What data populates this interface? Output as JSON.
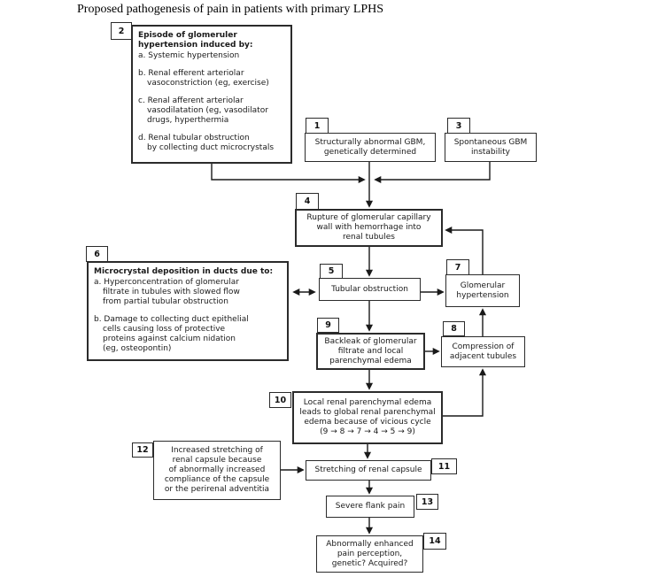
{
  "title": "Proposed pathogenesis of pain in patients with primary LPHS",
  "colors": {
    "line": "#1a1a1a",
    "box_border": "#2b2b2b",
    "background": "#ffffff"
  },
  "boxes": {
    "b1": {
      "number": "1",
      "text": "Structurally abnormal GBM,\ngenetically determined"
    },
    "b2": {
      "number": "2",
      "heading": "Episode of glomeruler\nhypertension induced by:",
      "items": [
        "a. Systemic hypertension",
        "b. Renal efferent arteriolar\nvasoconstriction (eg, exercise)",
        "c. Renal afferent arteriolar\nvasodilatation (eg, vasodilator\ndrugs, hyperthermia",
        "d. Renal tubular obstruction\nby collecting duct microcrystals"
      ]
    },
    "b3": {
      "number": "3",
      "text": "Spontaneous GBM\ninstability"
    },
    "b4": {
      "number": "4",
      "text": "Rupture of glomerular capillary\nwall with hemorrhage into\nrenal tubules"
    },
    "b5": {
      "number": "5",
      "text": "Tubular obstruction"
    },
    "b6": {
      "number": "6",
      "heading": "Microcrystal deposition in ducts due to:",
      "items": [
        "a. Hyperconcentration of glomerular\nfiltrate in tubules with slowed flow\nfrom partial tubular obstruction",
        "b. Damage to collecting duct epithelial\ncells causing loss of protective\nproteins against calcium nidation\n(eg, osteopontin)"
      ]
    },
    "b7": {
      "number": "7",
      "text": "Glomerular\nhypertension"
    },
    "b8": {
      "number": "8",
      "text": "Compression of\nadjacent tubules"
    },
    "b9": {
      "number": "9",
      "text": "Backleak of glomerular\nfiltrate and local\nparenchymal edema"
    },
    "b10": {
      "number": "10",
      "text": "Local renal parenchymal edema\nleads to global renal parenchymal\nedema because of vicious cycle\n(9 → 8 → 7 → 4 → 5 → 9)"
    },
    "b11": {
      "number": "11",
      "text": "Stretching of renal capsule"
    },
    "b12": {
      "number": "12",
      "text": "Increased stretching of\nrenal capsule because\nof abnormally increased\ncompliance of the capsule\nor the perirenal adventitia"
    },
    "b13": {
      "number": "13",
      "text": "Severe flank pain"
    },
    "b14": {
      "number": "14",
      "text": "Abnormally enhanced\npain perception,\ngenetic? Acquired?"
    }
  }
}
